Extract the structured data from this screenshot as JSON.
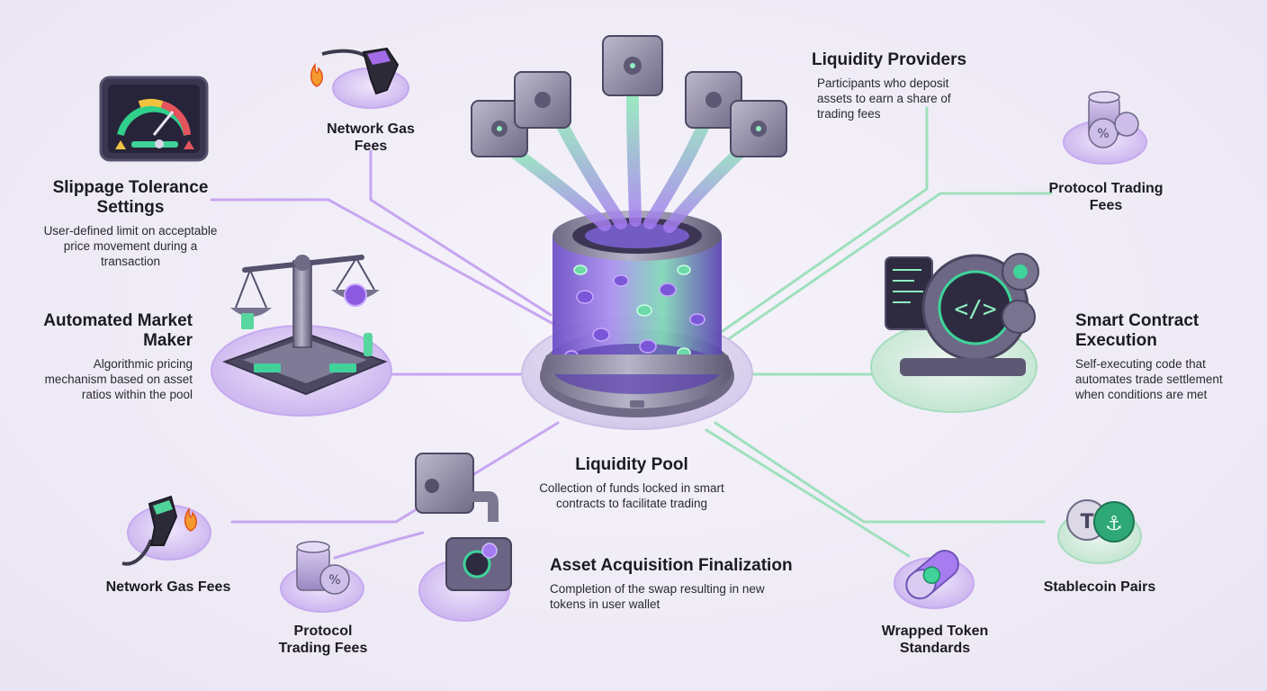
{
  "hub": {
    "title": "Liquidity Pool",
    "description": "Collection of funds locked in smart contracts to facilitate trading"
  },
  "nodes": {
    "liquidity_providers": {
      "title": "Liquidity Providers",
      "description": "Participants who deposit assets to earn a share of trading fees",
      "icon": "vault-icon"
    },
    "gas_fees_top": {
      "title": "Network Gas Fees",
      "icon": "fuel-nozzle-icon"
    },
    "slippage": {
      "title": "Slippage Tolerance Settings",
      "description": "User-defined limit on acceptable price movement during a transaction",
      "icon": "gauge-icon"
    },
    "amm": {
      "title": "Automated Market Maker",
      "description": "Algorithmic pricing mechanism based on asset ratios within the pool",
      "icon": "balance-scale-icon"
    },
    "protocol_fees_top": {
      "title": "Protocol Trading Fees",
      "icon": "coin-stack-icon"
    },
    "smart_contract": {
      "title": "Smart Contract Execution",
      "description": "Self-executing code that automates trade settlement when conditions are met",
      "icon": "gears-icon"
    },
    "asset_acquisition": {
      "title": "Asset Acquisition Finalization",
      "description": "Completion of the swap resulting in new tokens in user wallet",
      "icon": "wallet-icon"
    },
    "gas_fees_bottom": {
      "title": "Network Gas Fees",
      "icon": "fuel-nozzle-icon"
    },
    "protocol_fees_bottom": {
      "title": "Protocol Trading Fees",
      "icon": "coin-stack-icon"
    },
    "wrapped_token": {
      "title": "Wrapped Token Standards",
      "icon": "capsule-icon"
    },
    "stablecoin_pairs": {
      "title": "Stablecoin Pairs",
      "icon": "stablecoin-icon"
    }
  },
  "colors": {
    "purple": "#b48ce8",
    "green": "#86dcb0",
    "metal": "#7c7892",
    "glass": "#9b7ae0",
    "background": "#f1eef7"
  }
}
